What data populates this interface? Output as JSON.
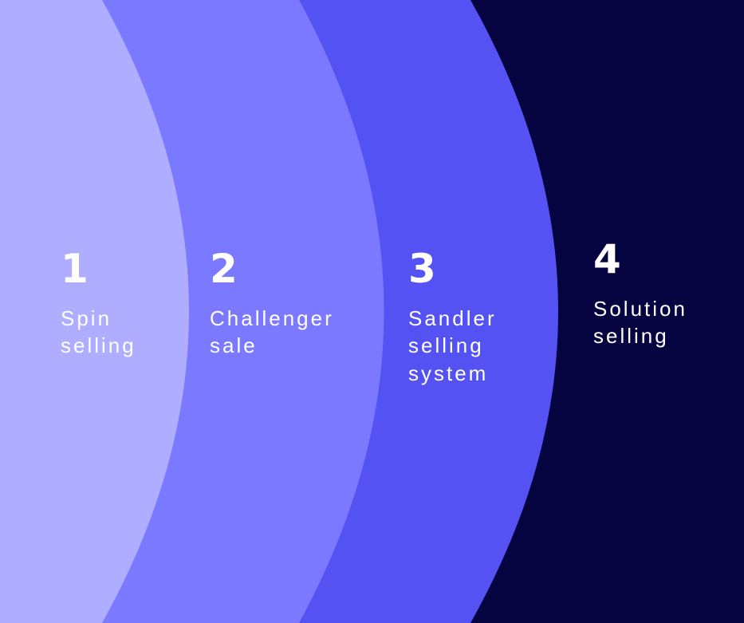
{
  "colors": {
    "background": "#060440",
    "stage_1": "#AEADFF",
    "stage_2": "#7B79FF",
    "stage_3": "#5552F3",
    "stage_4": "#060440",
    "text": "#FFFFFF"
  },
  "stages": [
    {
      "number": "1",
      "name_lines": [
        "Spin",
        "selling"
      ]
    },
    {
      "number": "2",
      "name_lines": [
        "Challenger",
        "sale"
      ]
    },
    {
      "number": "3",
      "name_lines": [
        "Sandler",
        "selling",
        "system"
      ]
    },
    {
      "number": "4",
      "name_lines": [
        "Solution",
        "selling"
      ]
    }
  ]
}
